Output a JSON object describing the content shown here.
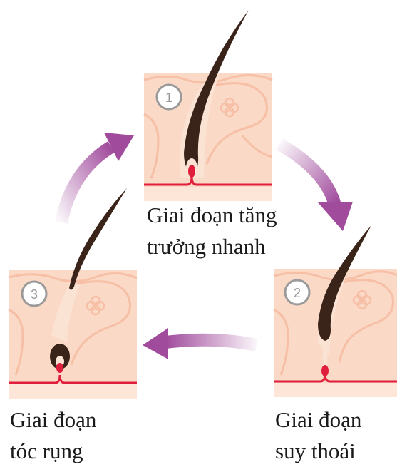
{
  "stages": [
    {
      "number": "1",
      "label_line1": "Giai đoạn tăng",
      "label_line2": "trưởng nhanh"
    },
    {
      "number": "2",
      "label_line1": "Giai đoạn",
      "label_line2": "suy thoái"
    },
    {
      "number": "3",
      "label_line1": "Giai đoạn",
      "label_line2": "tóc rụng"
    }
  ],
  "colors": {
    "skin": "#fad9c6",
    "skin_light": "#fde6d8",
    "skin_line": "#f6bfa6",
    "hair": "#3a2318",
    "blood_vessel": "#e01f3d",
    "arrow": "#a04b9c",
    "number_circle": "#9a9a9a"
  }
}
